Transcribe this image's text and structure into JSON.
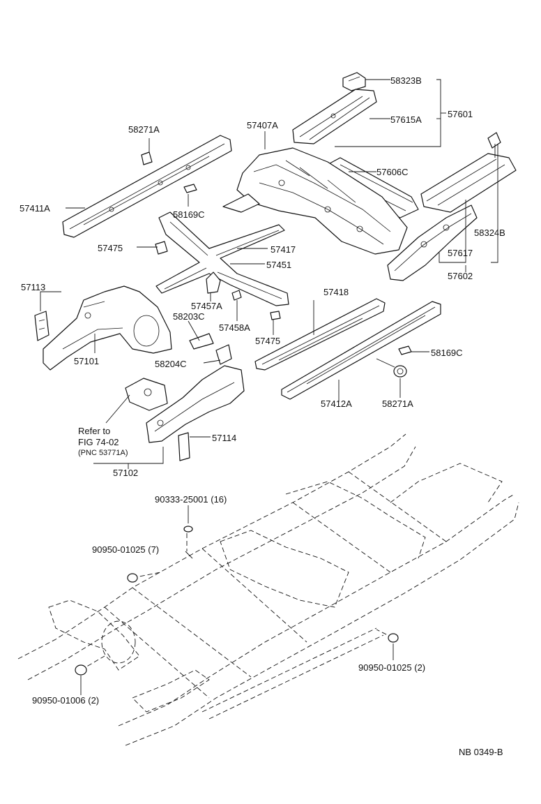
{
  "labels": {
    "l58323B": "58323B",
    "l57615A": "57615A",
    "l57601": "57601",
    "l58271A_top": "58271A",
    "l57407A": "57407A",
    "l57606C": "57606C",
    "l57411A": "57411A",
    "l58169C_top": "58169C",
    "l58324B": "58324B",
    "l57475_a": "57475",
    "l57417": "57417",
    "l57451": "57451",
    "l57617": "57617",
    "l57602": "57602",
    "l57113": "57113",
    "l57457A": "57457A",
    "l58203C": "58203C",
    "l57458A": "57458A",
    "l57418": "57418",
    "l57475_b": "57475",
    "l57101": "57101",
    "l58169C_mid": "58169C",
    "l58204C": "58204C",
    "l57412A": "57412A",
    "l58271A_mid": "58271A",
    "l57114": "57114",
    "l57102": "57102",
    "l90333": "90333-25001 (16)",
    "l90950_7": "90950-01025 (7)",
    "l90950_2": "90950-01025 (2)",
    "l90950_01006": "90950-01006 (2)"
  },
  "reference": {
    "line1": "Refer to",
    "line2": "FIG 74-02",
    "line3": "(PNC 53771A)"
  },
  "figure_code": "NB 0349-B"
}
